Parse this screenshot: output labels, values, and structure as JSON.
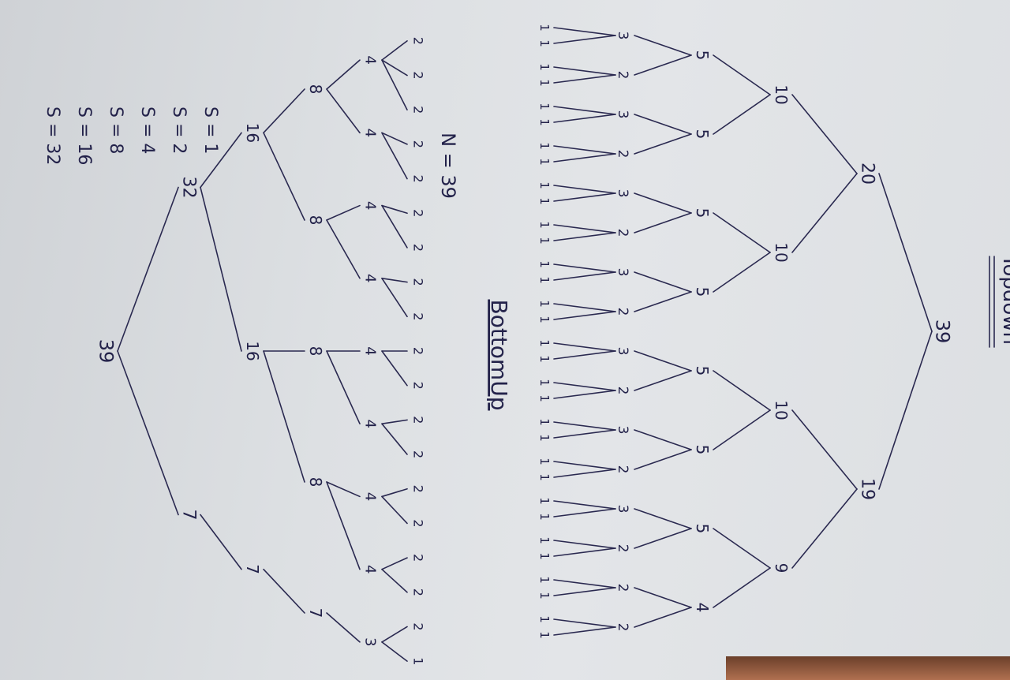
{
  "ink_color": "#23224a",
  "sections": {
    "top_down_heading": "Topdown",
    "bottom_up_heading": "BottomUp"
  },
  "top_down_tree": {
    "root": "39",
    "level1": [
      "20",
      "19"
    ],
    "level2": [
      "10",
      "10",
      "10",
      "9"
    ],
    "level3": [
      "5",
      "5",
      "5",
      "5",
      "5",
      "5",
      "5",
      "4"
    ],
    "level4": [
      "3",
      "2",
      "3",
      "2",
      "3",
      "2",
      "3",
      "2",
      "3",
      "2",
      "3",
      "2",
      "3",
      "2",
      "2",
      "2"
    ],
    "leaf_value": "1"
  },
  "bottom_up_tree": {
    "root": "39",
    "level1": [
      "32",
      "7"
    ],
    "level2": [
      "16",
      "16",
      "7"
    ],
    "level3": [
      "8",
      "8",
      "8",
      "8",
      "7"
    ],
    "level4": [
      "4",
      "4",
      "4",
      "4",
      "4",
      "4",
      "4",
      "4",
      "3"
    ],
    "level5": [
      "2",
      "2",
      "2",
      "2",
      "2",
      "2",
      "2",
      "2",
      "2",
      "2",
      "2",
      "2",
      "2",
      "2",
      "2",
      "2",
      "2",
      "2",
      "1"
    ]
  },
  "notes": {
    "n_label": "N = 39",
    "s_values": [
      "S = 1",
      "S = 2",
      "S = 4",
      "S = 8",
      "S = 16",
      "S = 32"
    ]
  }
}
